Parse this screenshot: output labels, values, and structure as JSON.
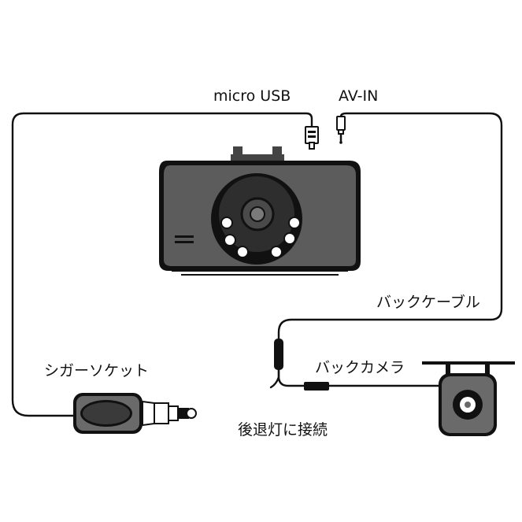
{
  "labels": {
    "micro_usb": "micro USB",
    "av_in": "AV-IN",
    "back_cable": "バックケーブル",
    "back_camera": "バックカメラ",
    "reverse_light": "後退灯に接続",
    "cigar_socket": "シガーソケット"
  },
  "colors": {
    "line": "#111111",
    "body": "#5a5a5a",
    "screen": "#3a3a3a",
    "background": "#ffffff"
  }
}
